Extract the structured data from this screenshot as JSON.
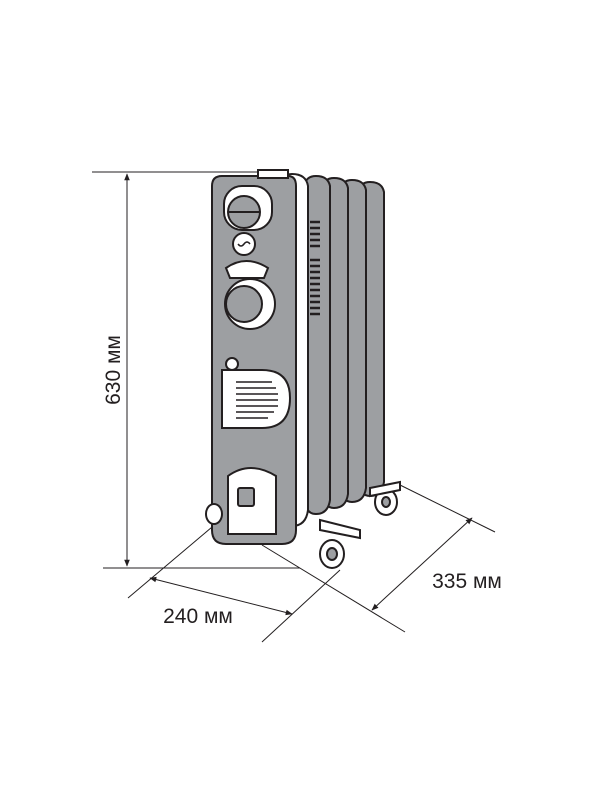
{
  "dimensions": {
    "height_label": "630 мм",
    "width_label": "240 мм",
    "depth_label": "335 мм"
  },
  "colors": {
    "line": "#231f20",
    "fill_dark": "#9d9fa2",
    "fill_light": "#ffffff"
  }
}
